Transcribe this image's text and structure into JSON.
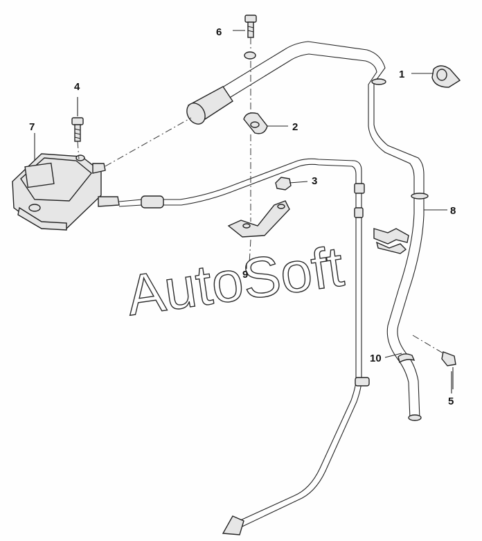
{
  "diagram": {
    "watermark": "AutoSoft",
    "callouts": [
      {
        "id": "c1",
        "label": "1"
      },
      {
        "id": "c2",
        "label": "2"
      },
      {
        "id": "c3",
        "label": "3"
      },
      {
        "id": "c4",
        "label": "4"
      },
      {
        "id": "c5",
        "label": "5"
      },
      {
        "id": "c6",
        "label": "6"
      },
      {
        "id": "c7",
        "label": "7"
      },
      {
        "id": "c8",
        "label": "8"
      },
      {
        "id": "c9",
        "label": "9"
      },
      {
        "id": "c10",
        "label": "10"
      }
    ]
  }
}
